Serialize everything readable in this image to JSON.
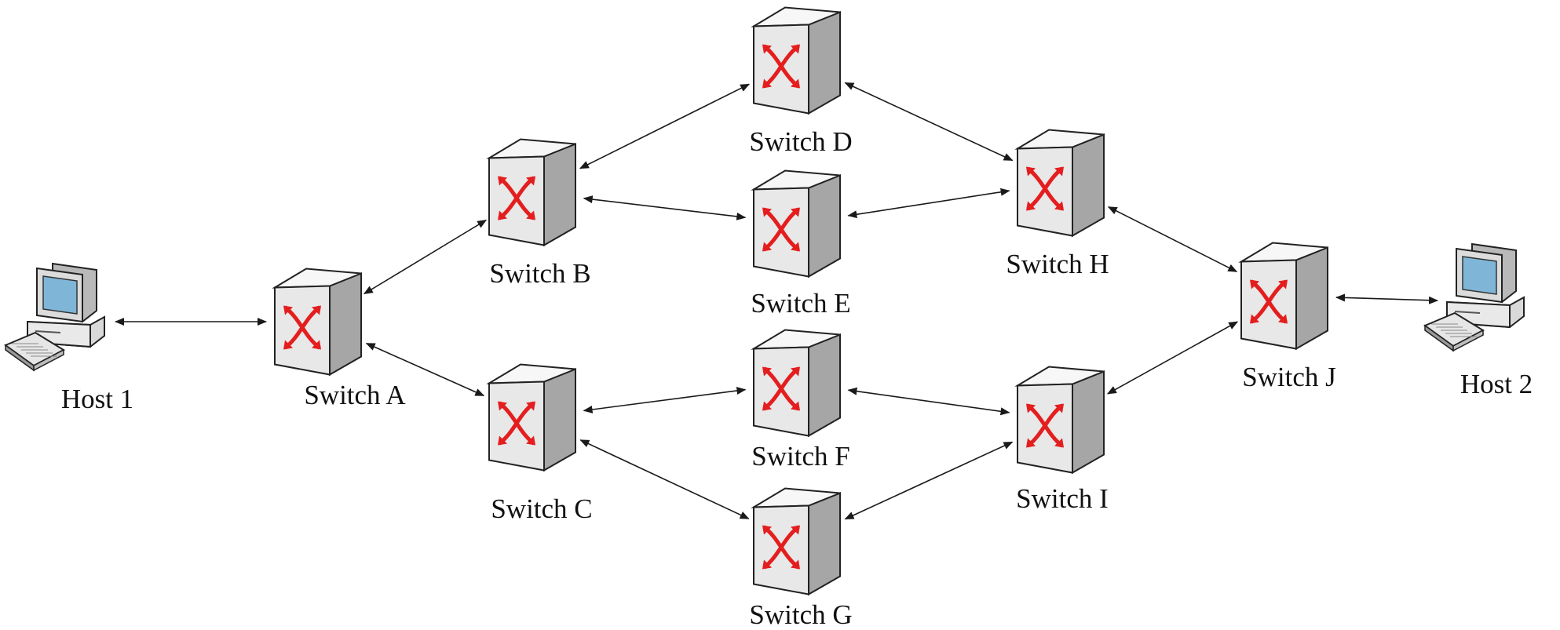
{
  "colors": {
    "switch_front": "#e8e8e8",
    "switch_side": "#a6a6a6",
    "switch_top": "#f7f7f7",
    "switch_arrows": "#e41e1e",
    "line": "#1a1a1a",
    "host_monitor": "#dcdcdc",
    "host_screen": "#7fb6d8"
  },
  "nodes": [
    {
      "id": "host1",
      "label": "Host 1",
      "kind": "host",
      "icon": "computer-icon"
    },
    {
      "id": "A",
      "label": "Switch A",
      "kind": "switch",
      "icon": "network-switch-icon"
    },
    {
      "id": "B",
      "label": "Switch B",
      "kind": "switch",
      "icon": "network-switch-icon"
    },
    {
      "id": "C",
      "label": "Switch C",
      "kind": "switch",
      "icon": "network-switch-icon"
    },
    {
      "id": "D",
      "label": "Switch D",
      "kind": "switch",
      "icon": "network-switch-icon"
    },
    {
      "id": "E",
      "label": "Switch E",
      "kind": "switch",
      "icon": "network-switch-icon"
    },
    {
      "id": "F",
      "label": "Switch F",
      "kind": "switch",
      "icon": "network-switch-icon"
    },
    {
      "id": "G",
      "label": "Switch G",
      "kind": "switch",
      "icon": "network-switch-icon"
    },
    {
      "id": "H",
      "label": "Switch H",
      "kind": "switch",
      "icon": "network-switch-icon"
    },
    {
      "id": "I",
      "label": "Switch I",
      "kind": "switch",
      "icon": "network-switch-icon"
    },
    {
      "id": "J",
      "label": "Switch J",
      "kind": "switch",
      "icon": "network-switch-icon"
    },
    {
      "id": "host2",
      "label": "Host 2",
      "kind": "host",
      "icon": "computer-icon"
    }
  ],
  "links": [
    {
      "from": "host1",
      "to": "A",
      "direction": "bidirectional"
    },
    {
      "from": "A",
      "to": "B",
      "direction": "bidirectional"
    },
    {
      "from": "A",
      "to": "C",
      "direction": "bidirectional"
    },
    {
      "from": "B",
      "to": "D",
      "direction": "bidirectional"
    },
    {
      "from": "B",
      "to": "E",
      "direction": "bidirectional"
    },
    {
      "from": "C",
      "to": "F",
      "direction": "bidirectional"
    },
    {
      "from": "C",
      "to": "G",
      "direction": "bidirectional"
    },
    {
      "from": "D",
      "to": "H",
      "direction": "bidirectional"
    },
    {
      "from": "E",
      "to": "H",
      "direction": "bidirectional"
    },
    {
      "from": "F",
      "to": "I",
      "direction": "bidirectional"
    },
    {
      "from": "G",
      "to": "I",
      "direction": "bidirectional"
    },
    {
      "from": "H",
      "to": "J",
      "direction": "bidirectional"
    },
    {
      "from": "I",
      "to": "J",
      "direction": "bidirectional"
    },
    {
      "from": "J",
      "to": "host2",
      "direction": "bidirectional"
    }
  ]
}
